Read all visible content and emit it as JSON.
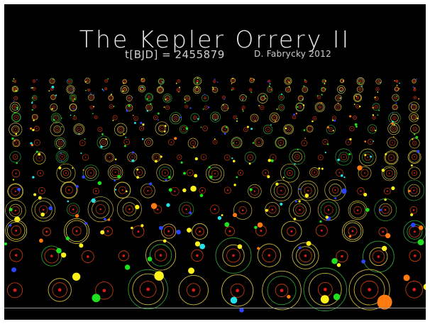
{
  "header": {
    "title": "The Kepler Orrery II",
    "time_label": "t[BJD] = 2455879",
    "author": "D. Fabrycky 2012"
  },
  "colors": {
    "background": "#000000",
    "star": "#e01818",
    "orbit_default": "#c8b43a",
    "orbit_inner": "#c03a10",
    "orbit_alt": "#2f9a35",
    "planet_yellow": "#fff21a",
    "planet_green": "#1fe01f",
    "planet_cyan": "#25e0e8",
    "planet_orange": "#ff7a10",
    "planet_blue": "#2a45ff",
    "planet_pink": "#ff4fd0"
  }
}
